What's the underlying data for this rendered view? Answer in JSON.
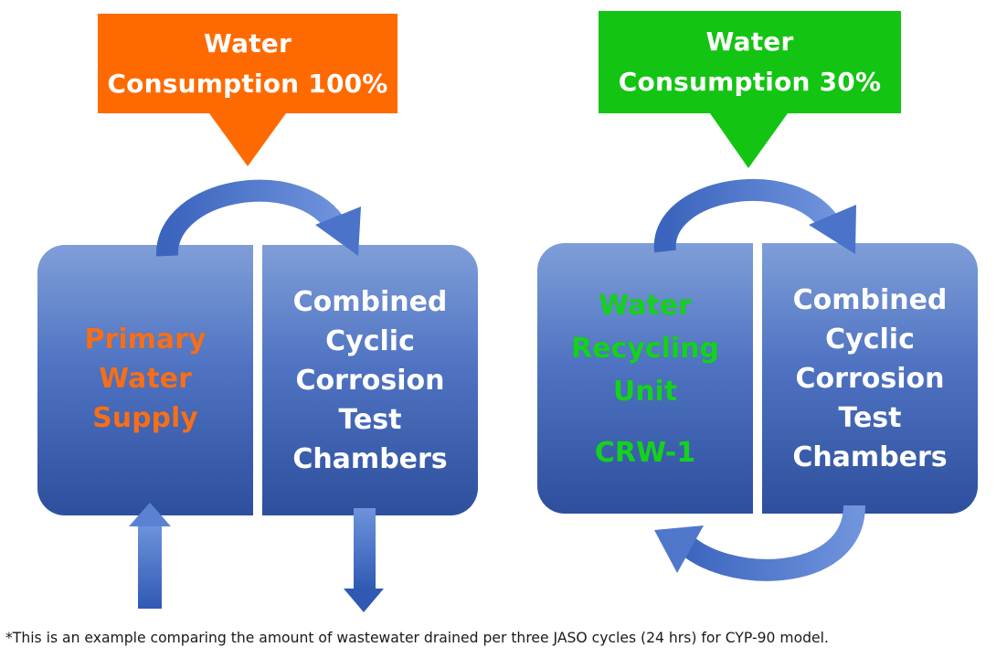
{
  "colors": {
    "left_accent": "#ff6a00",
    "right_accent": "#13c413",
    "panel_blue": "#4f73c2",
    "arrow_blue": "#3d6ac7"
  },
  "left": {
    "banner": {
      "line1": "Water",
      "line2": "Consumption 100%"
    },
    "source_panel": {
      "line1": "Primary",
      "line2": "Water",
      "line3": "Supply"
    },
    "chamber_panel": {
      "line1": "Combined",
      "line2": "Cyclic",
      "line3": "Corrosion",
      "line4": "Test",
      "line5": "Chambers"
    }
  },
  "right": {
    "banner": {
      "line1": "Water",
      "line2": "Consumption 30%"
    },
    "source_panel": {
      "line1": "Water",
      "line2": "Recycling",
      "line3": "Unit",
      "model": "CRW-1"
    },
    "chamber_panel": {
      "line1": "Combined",
      "line2": "Cyclic",
      "line3": "Corrosion",
      "line4": "Test",
      "line5": "Chambers"
    }
  },
  "footnote": "*This is an example comparing the amount of wastewater drained per three JASO cycles (24 hrs) for CYP-90 model."
}
